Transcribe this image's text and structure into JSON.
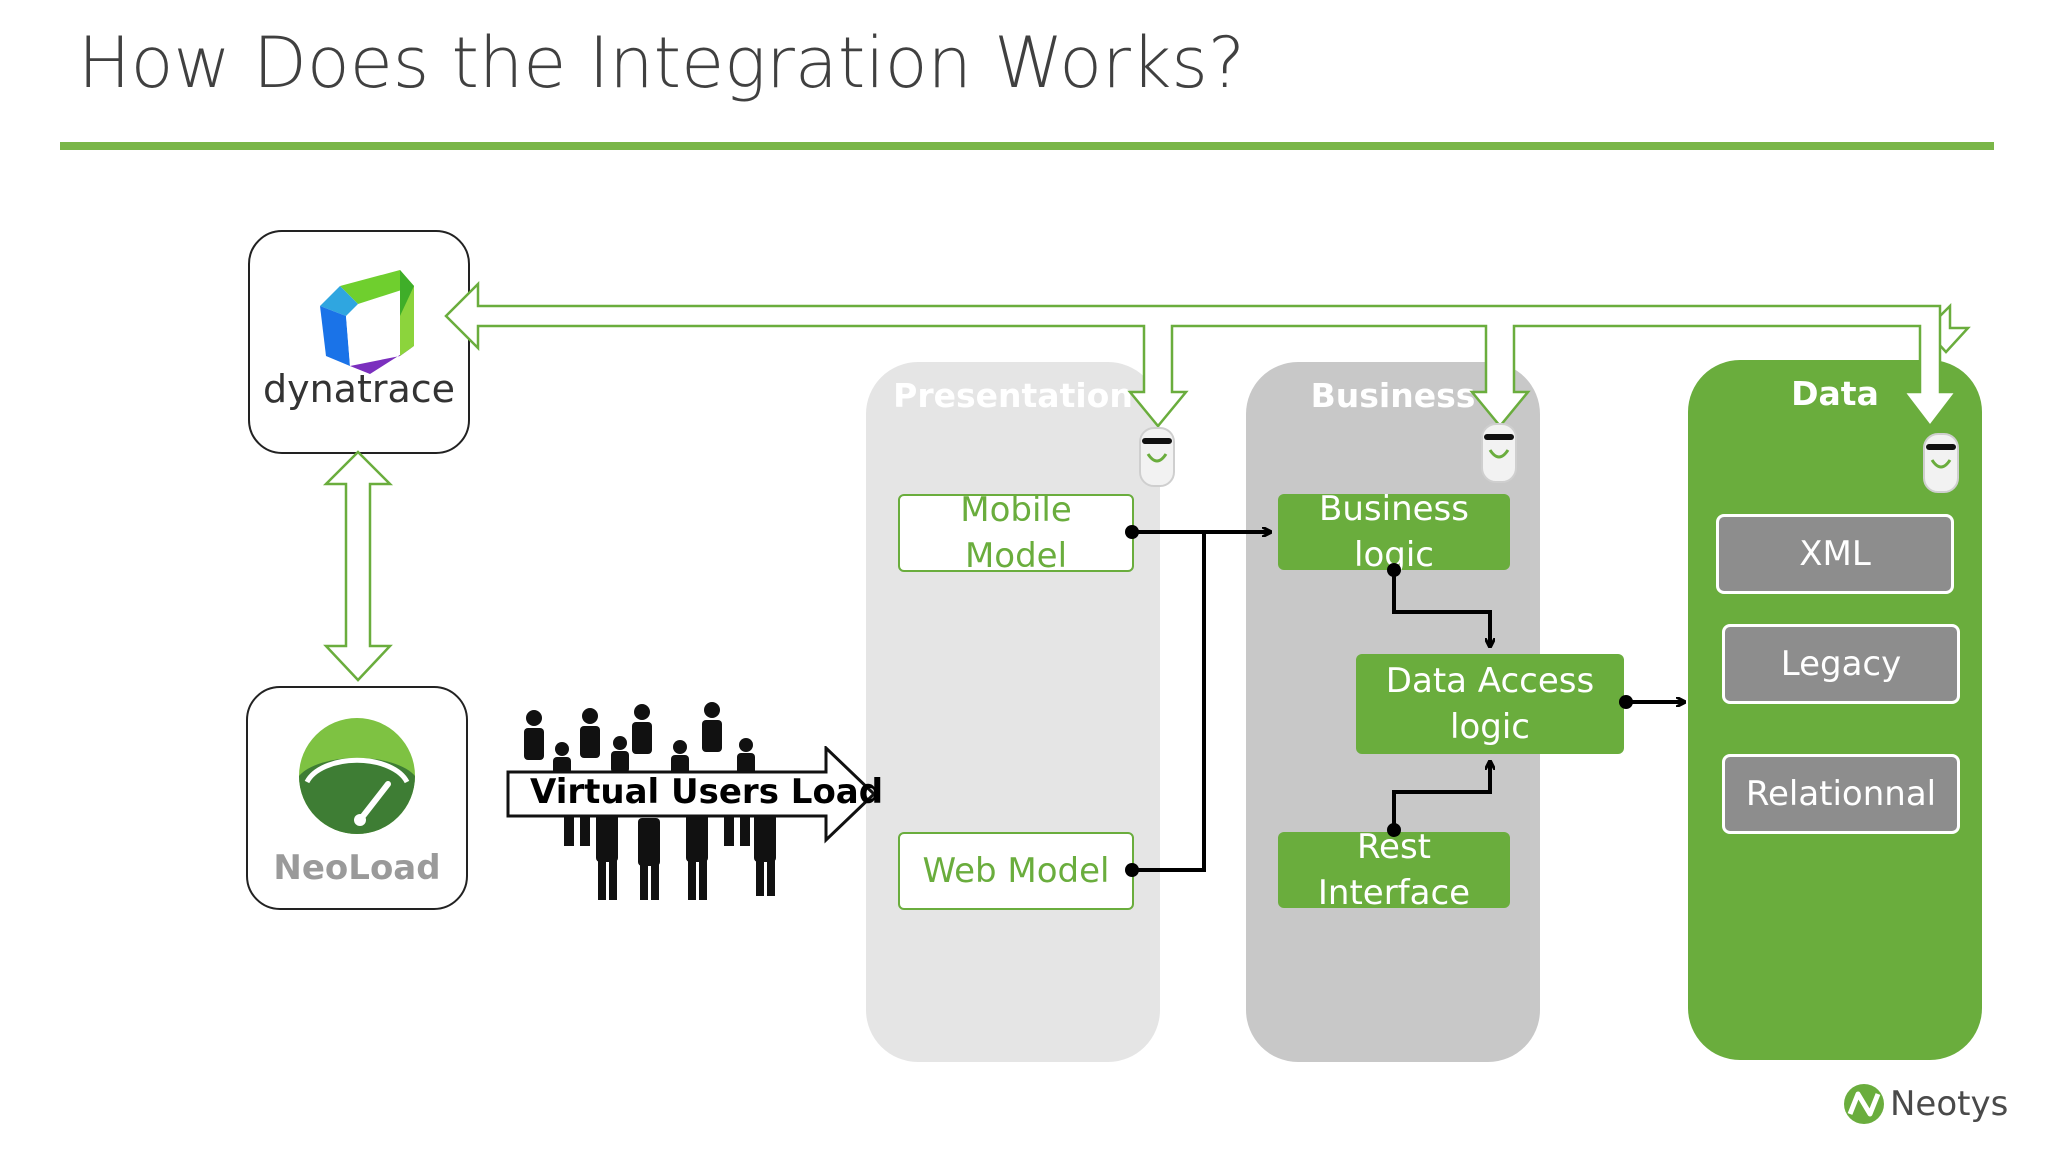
{
  "slide": {
    "title": "How Does the Integration Works?"
  },
  "colors": {
    "accent_green": "#7ab648",
    "component_green": "#6aad3d",
    "presentation_bg": "#e5e5e5",
    "business_bg": "#c8c8c8",
    "data_bg": "#6aad3d",
    "data_item_grey": "#8d8d8d"
  },
  "tools": {
    "dynatrace": {
      "label": "dynatrace",
      "icon": "dynatrace-logo-icon"
    },
    "neoload": {
      "label": "NeoLoad",
      "icon": "neoload-gauge-icon"
    }
  },
  "load": {
    "label": "Virtual Users Load",
    "icon": "crowd-icon"
  },
  "tiers": {
    "presentation": {
      "title": "Presentation",
      "components": [
        "Mobile\nModel",
        "Web Model"
      ]
    },
    "business": {
      "title": "Business",
      "components": [
        "Business\nlogic",
        "Data Access\nlogic",
        "Rest\nInterface"
      ]
    },
    "data": {
      "title": "Data",
      "stores": [
        "XML",
        "Legacy",
        "Relationnal"
      ]
    }
  },
  "agent_icon": "monitoring-agent-icon",
  "footer": {
    "brand": "Neotys",
    "icon": "neotys-logo-icon"
  }
}
